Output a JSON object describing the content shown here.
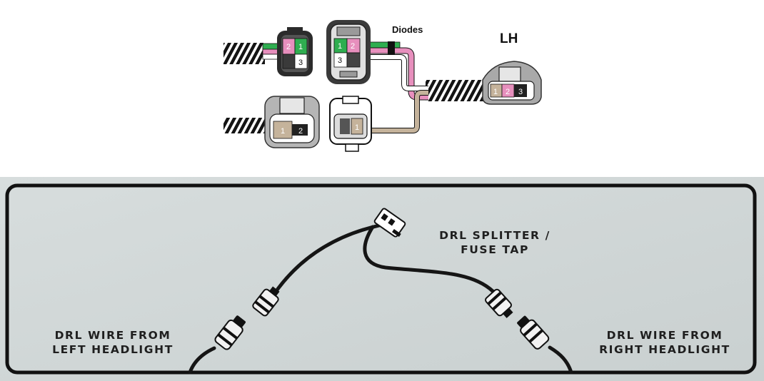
{
  "wiring_diagram": {
    "diodes_label": "Diodes",
    "side_label": "LH",
    "pin_numbers": {
      "one": "1",
      "two": "2",
      "three": "3"
    },
    "wire_colors": {
      "green": "#2fae50",
      "pink": "#e78fbd",
      "tan": "#c5b39b",
      "black": "#111111",
      "white": "#ffffff"
    }
  },
  "install_panel": {
    "splitter_label_line1": "DRL SPLITTER /",
    "splitter_label_line2": "FUSE TAP",
    "left_label_line1": "DRL WIRE FROM",
    "left_label_line2": "LEFT HEADLIGHT",
    "right_label_line1": "DRL WIRE FROM",
    "right_label_line2": "RIGHT HEADLIGHT",
    "panel_color": "#d3d9d9",
    "cable_color": "#151515"
  }
}
